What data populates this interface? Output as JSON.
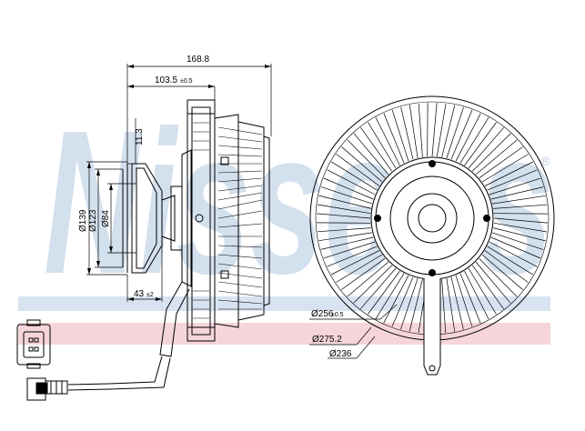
{
  "watermark": {
    "brand_text": "Nissens",
    "registered_mark": "®",
    "color": "#c9d9ea",
    "band_top_color": "#c9d9ea",
    "band_bottom_color": "#f2c9cf"
  },
  "side_view": {
    "overall_length": "168.8",
    "hub_length_main": "103.5",
    "hub_length_tol": "±0.5",
    "flange_offset": "11.3",
    "dia_large": "Ø139",
    "dia_mid": "Ø123",
    "dia_small": "Ø84",
    "hub_depth_main": "43",
    "hub_depth_tol": "±2"
  },
  "front_view": {
    "dia_inner_main": "Ø256",
    "dia_inner_tol": "±0.5",
    "dia_outer": "Ø275.2",
    "dia_hub": "Ø236"
  },
  "icons": [
    "fan-clutch-side-icon",
    "fan-clutch-front-icon",
    "electrical-connector-icon",
    "connector-plug-icon"
  ]
}
